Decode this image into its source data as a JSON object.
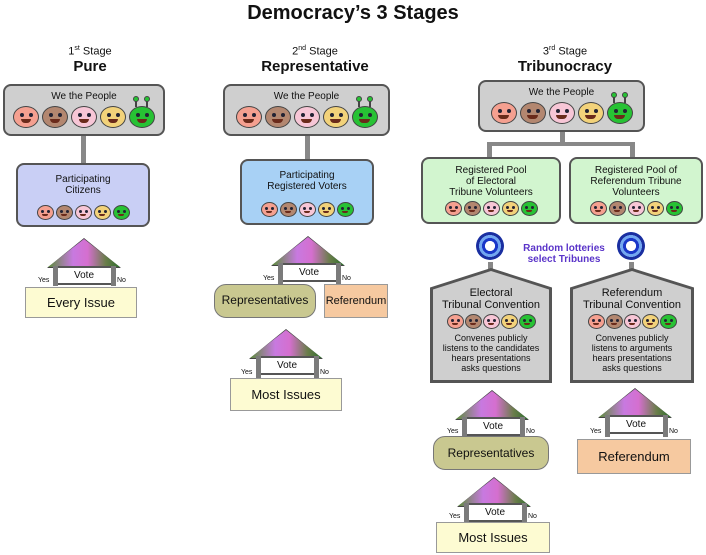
{
  "title": "Democracy’s 3 Stages",
  "stages": [
    {
      "num_main": "1",
      "num_sup": "st",
      "num_rest": " Stage",
      "name": "Pure"
    },
    {
      "num_main": "2",
      "num_sup": "nd",
      "num_rest": " Stage",
      "name": "Representative"
    },
    {
      "num_main": "3",
      "num_sup": "rd",
      "num_rest": " Stage",
      "name": "Tribunocracy"
    }
  ],
  "we_the_people": "We the People",
  "participating_citizens": [
    "Participating",
    "Citizens"
  ],
  "participating_voters": [
    "Participating",
    "Registered  Voters"
  ],
  "pool_electoral": [
    "Registered Pool",
    "of Electoral",
    "Tribune Volunteers"
  ],
  "pool_referendum": [
    "Registered Pool of",
    "Referendum Tribune",
    "Volunteers"
  ],
  "lottery": [
    "Random lotteries",
    "select Tribunes"
  ],
  "electoral_convention": {
    "title": [
      "Electoral",
      "Tribunal Convention"
    ],
    "text": [
      "Convenes publicly",
      "listens to the candidates",
      "hears presentations",
      "asks questions"
    ]
  },
  "referendum_convention": {
    "title": [
      "Referendum",
      "Tribunal Convention"
    ],
    "text": [
      "Convenes publicly",
      "listens to arguments",
      "hears presentations",
      "asks questions"
    ]
  },
  "vote": {
    "label": "Vote",
    "yes": "Yes",
    "no": "No"
  },
  "every_issue": "Every Issue",
  "representatives": "Representatives",
  "referendum": "Referendum",
  "most_issues": "Most Issues",
  "colors": {
    "gray_box": "#cfcfcf",
    "citizen_box": "#c9cff5",
    "voter_box": "#a8d1f5",
    "pool_box": "#d2f5cf",
    "outcome_yellow": "#fdfbd2",
    "outcome_orange": "#f6c9a0",
    "rep_pill": "#c9c890",
    "lottery_text": "#5a34c9"
  },
  "icons": [
    "smiley-face-icon",
    "alien-face-icon",
    "lottery-ball-icon"
  ]
}
